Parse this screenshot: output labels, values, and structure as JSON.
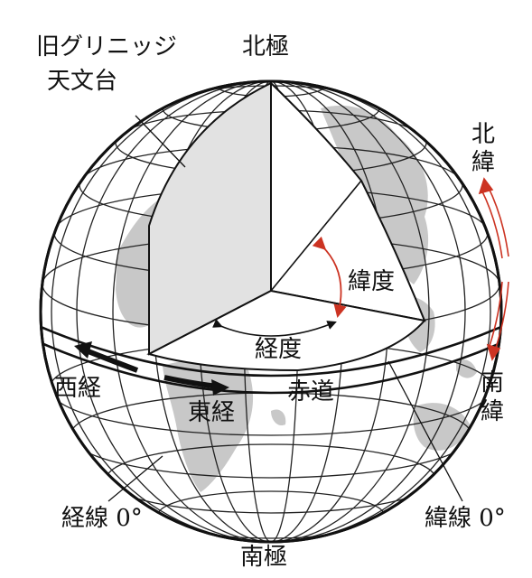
{
  "labels": {
    "greenwich_line1": "旧グリニッジ",
    "greenwich_line2": "天文台",
    "north_pole": "北極",
    "south_pole": "南極",
    "north_lat_1": "北",
    "north_lat_2": "緯",
    "south_lat_1": "南",
    "south_lat_2": "緯",
    "latitude": "緯度",
    "longitude": "経度",
    "equator": "赤道",
    "west_longitude": "西経",
    "east_longitude": "東経",
    "prime_meridian": "経線 0°",
    "zero_latitude": "緯線 0°"
  },
  "colors": {
    "land": "#c8c8c8",
    "cut_face": "#e2e2e2",
    "grid": "#222222",
    "arrow_black": "#111111",
    "arrow_red": "#cc3322"
  }
}
